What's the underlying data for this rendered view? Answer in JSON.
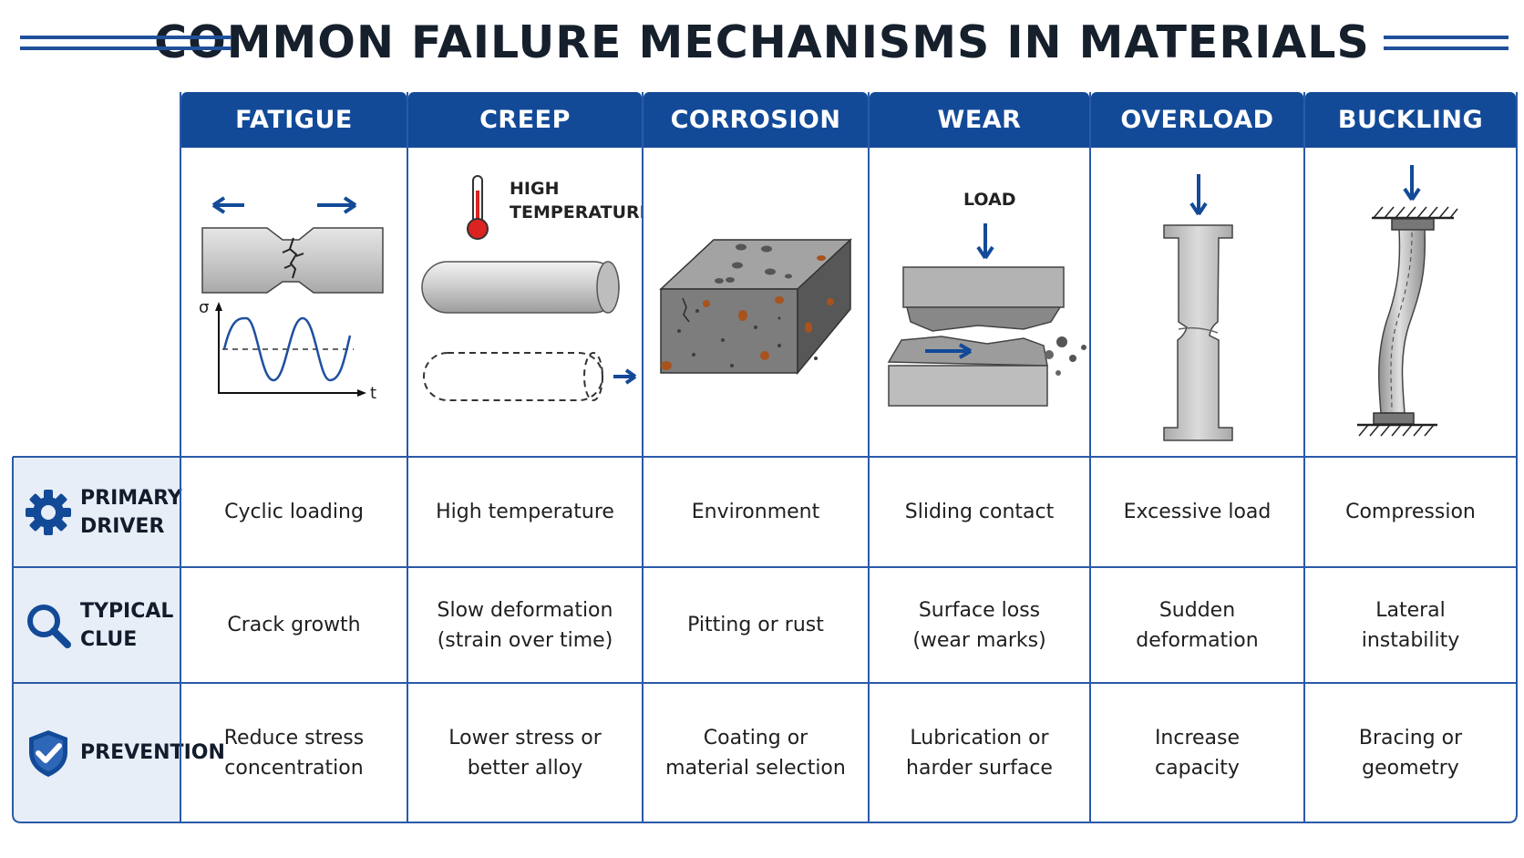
{
  "title": "COMMON FAILURE MECHANISMS IN MATERIALS",
  "columns": [
    "FATIGUE",
    "CREEP",
    "CORROSION",
    "WEAR",
    "OVERLOAD",
    "BUCKLING"
  ],
  "illustration_labels": {
    "fatigue_sigma": "σ",
    "fatigue_time": "t",
    "creep_temp_line1": "HIGH",
    "creep_temp_line2": "TEMPERATURE",
    "wear_load": "LOAD"
  },
  "rows": [
    {
      "label_line1": "PRIMARY",
      "label_line2": "DRIVER",
      "icon": "gear-icon",
      "cells": [
        [
          "Cyclic loading"
        ],
        [
          "High temperature"
        ],
        [
          "Environment"
        ],
        [
          "Sliding contact"
        ],
        [
          "Excessive load"
        ],
        [
          "Compression"
        ]
      ]
    },
    {
      "label_line1": "TYPICAL",
      "label_line2": "CLUE",
      "icon": "magnifier-icon",
      "cells": [
        [
          "Crack growth"
        ],
        [
          "Slow deformation",
          "(strain over time)"
        ],
        [
          "Pitting or rust"
        ],
        [
          "Surface loss",
          "(wear marks)"
        ],
        [
          "Sudden",
          "deformation"
        ],
        [
          "Lateral",
          "instability"
        ]
      ]
    },
    {
      "label_line1": "PREVENTION",
      "label_line2": "",
      "icon": "shield-check-icon",
      "cells": [
        [
          "Reduce stress",
          "concentration"
        ],
        [
          "Lower stress or",
          "better alloy"
        ],
        [
          "Coating or",
          "material selection"
        ],
        [
          "Lubrication or",
          "harder surface"
        ],
        [
          "Increase",
          "capacity"
        ],
        [
          "Bracing or",
          "geometry"
        ]
      ]
    }
  ],
  "colors": {
    "header_blue": "#134a98",
    "grid_blue": "#2a5aa8",
    "rowhead_bg": "#e7eef8",
    "arrow_blue": "#134a98",
    "rust": "#a8521d"
  }
}
